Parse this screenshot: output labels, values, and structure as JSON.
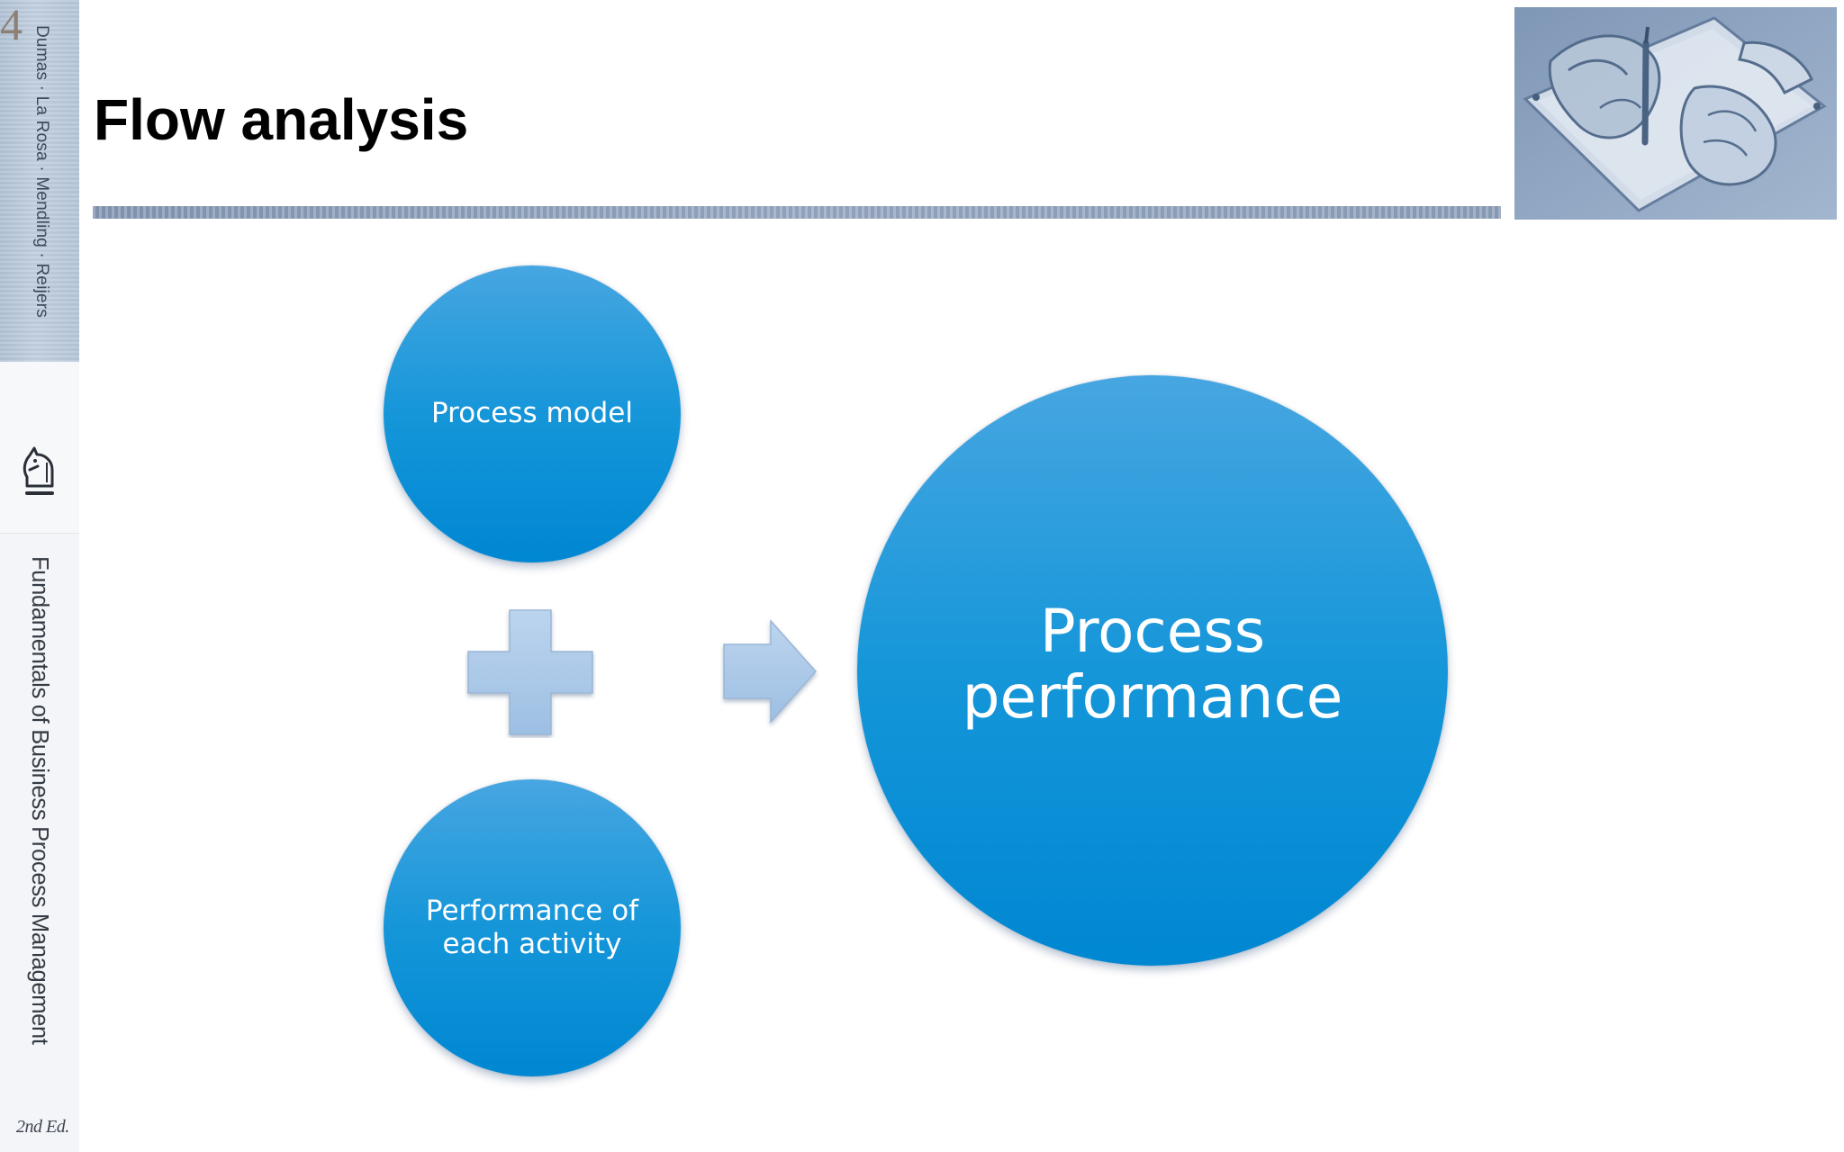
{
  "slide": {
    "title": "Flow analysis",
    "accent_color": "#1596d9"
  },
  "spine": {
    "chapter_number": "4",
    "authors": "Dumas · La Rosa · Mendling · Reijers",
    "book_title": "Fundamentals of Business Process Management",
    "edition": "2nd Ed.",
    "emblem_icon": "knight-chess-piece-icon"
  },
  "header_image": {
    "icon": "drawing-hands-illustration"
  },
  "diagram": {
    "inputs": [
      {
        "label": "Process model"
      },
      {
        "label": "Performance of each activity"
      }
    ],
    "operator_icon": "plus-icon",
    "arrow_icon": "right-arrow-icon",
    "output": {
      "label": "Process performance"
    }
  }
}
